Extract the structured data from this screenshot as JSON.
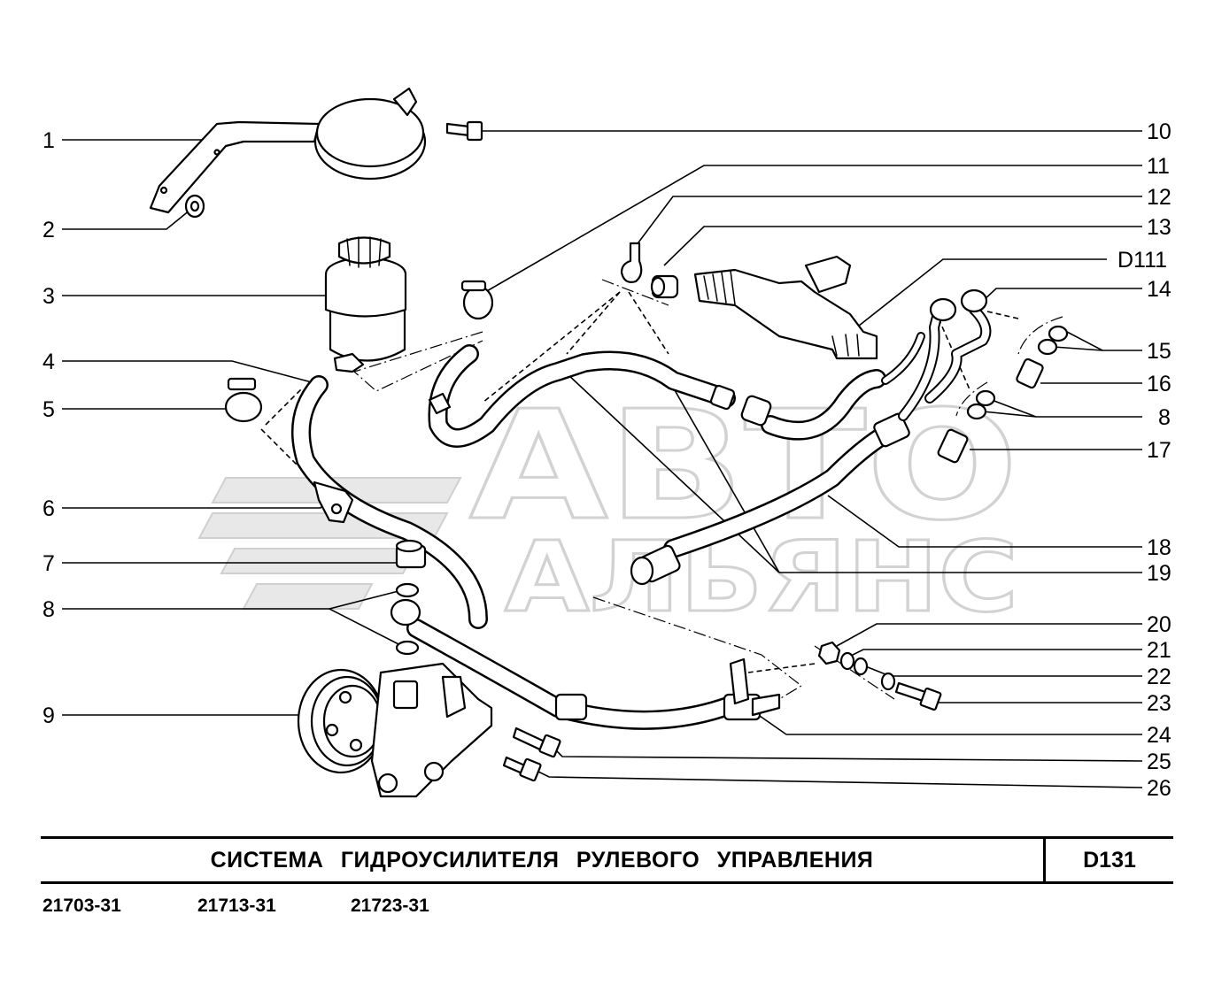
{
  "title": "СИСТЕМА ГИДРОУСИЛИТЕЛЯ РУЛЕВОГО УПРАВЛЕНИЯ",
  "code": "D131",
  "models": [
    "21703-31",
    "21713-31",
    "21723-31"
  ],
  "watermark": {
    "line1": "АВТО",
    "line2": "АЛЬЯНС"
  },
  "callouts_left": [
    "1",
    "2",
    "3",
    "4",
    "5",
    "6",
    "7",
    "8",
    "9"
  ],
  "callouts_right": [
    "10",
    "11",
    "12",
    "13",
    "D111",
    "14",
    "15",
    "16",
    "8",
    "17",
    "18",
    "19",
    "20",
    "21",
    "22",
    "23",
    "24",
    "25",
    "26"
  ],
  "colors": {
    "line": "#000000",
    "background": "#ffffff",
    "watermark": "#d2d2d2"
  }
}
